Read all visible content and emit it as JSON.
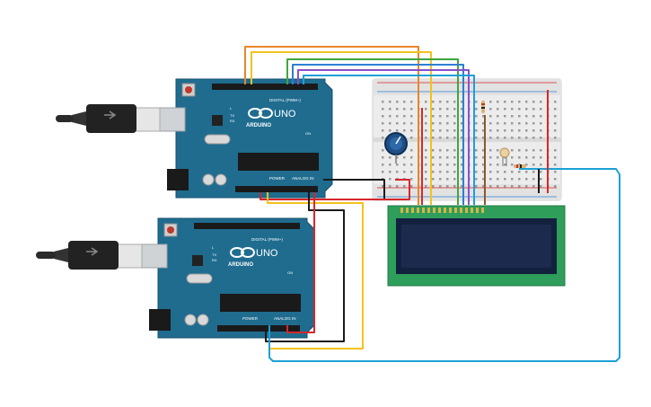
{
  "boards": [
    {
      "brand": "ARDUINO",
      "model": "UNO",
      "digital_label": "DIGITAL (PWM~)",
      "power_label": "POWER",
      "analog_label": "ANALOG IN",
      "tx": "TX",
      "rx": "RX",
      "l": "L",
      "on": "ON"
    },
    {
      "brand": "ARDUINO",
      "model": "UNO",
      "digital_label": "DIGITAL (PWM~)",
      "power_label": "POWER",
      "analog_label": "ANALOG IN",
      "tx": "TX",
      "rx": "RX",
      "l": "L",
      "on": "ON"
    }
  ],
  "colors": {
    "board": "#1f6c8f",
    "board_dark": "#15506c",
    "lcd_pcb": "#2f9e5b",
    "lcd_screen": "#1c2a4d",
    "breadboard": "#ececec",
    "wire_orange": "#e8862a",
    "wire_yellow": "#f2c21b",
    "wire_green": "#3fa63f",
    "wire_blue": "#2e7fd0",
    "wire_purple": "#8b4fc9",
    "wire_cyan": "#1ba0d6",
    "wire_red": "#d8262a",
    "wire_black": "#1a1a1a",
    "wire_brown": "#8a5a2b"
  },
  "icons": [
    "usb-plug-icon",
    "potentiometer-icon",
    "photoresistor-icon",
    "resistor-icon",
    "lcd-display-icon",
    "reset-button-icon"
  ]
}
